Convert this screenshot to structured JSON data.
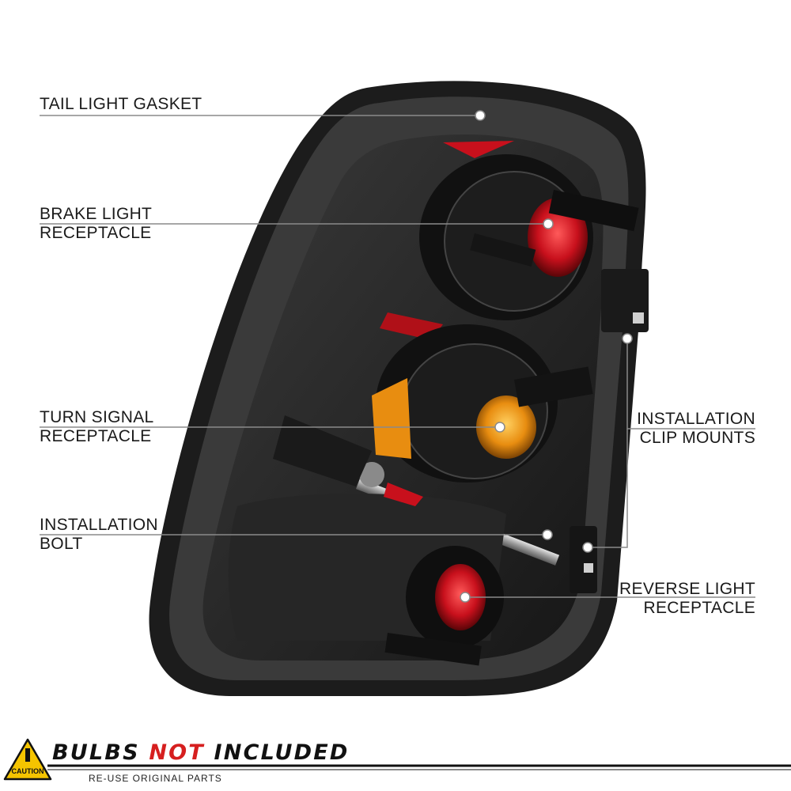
{
  "labels": {
    "gasket": [
      "TAIL LIGHT GASKET"
    ],
    "brake": [
      "BRAKE LIGHT",
      "RECEPTACLE"
    ],
    "turn": [
      "TURN SIGNAL",
      "RECEPTACLE"
    ],
    "bolt": [
      "INSTALLATION",
      "BOLT"
    ],
    "clip": [
      "INSTALLATION",
      "CLIP MOUNTS"
    ],
    "reverse": [
      "REVERSE LIGHT",
      "RECEPTACLE"
    ]
  },
  "banner": {
    "part1": "BULBS ",
    "part2": "NOT",
    "part3": " INCLUDED",
    "subtitle": "RE-USE ORIGINAL PARTS",
    "caution": "CAUTION"
  },
  "colors": {
    "housing": "#2b2b2b",
    "gasket": "#3a3a3a",
    "red_lens": "#d21a24",
    "amber_lens": "#f0a020",
    "accent_red": "#d61f1f",
    "caution_yellow": "#f5c400",
    "leader_line": "#8a8a8a"
  }
}
